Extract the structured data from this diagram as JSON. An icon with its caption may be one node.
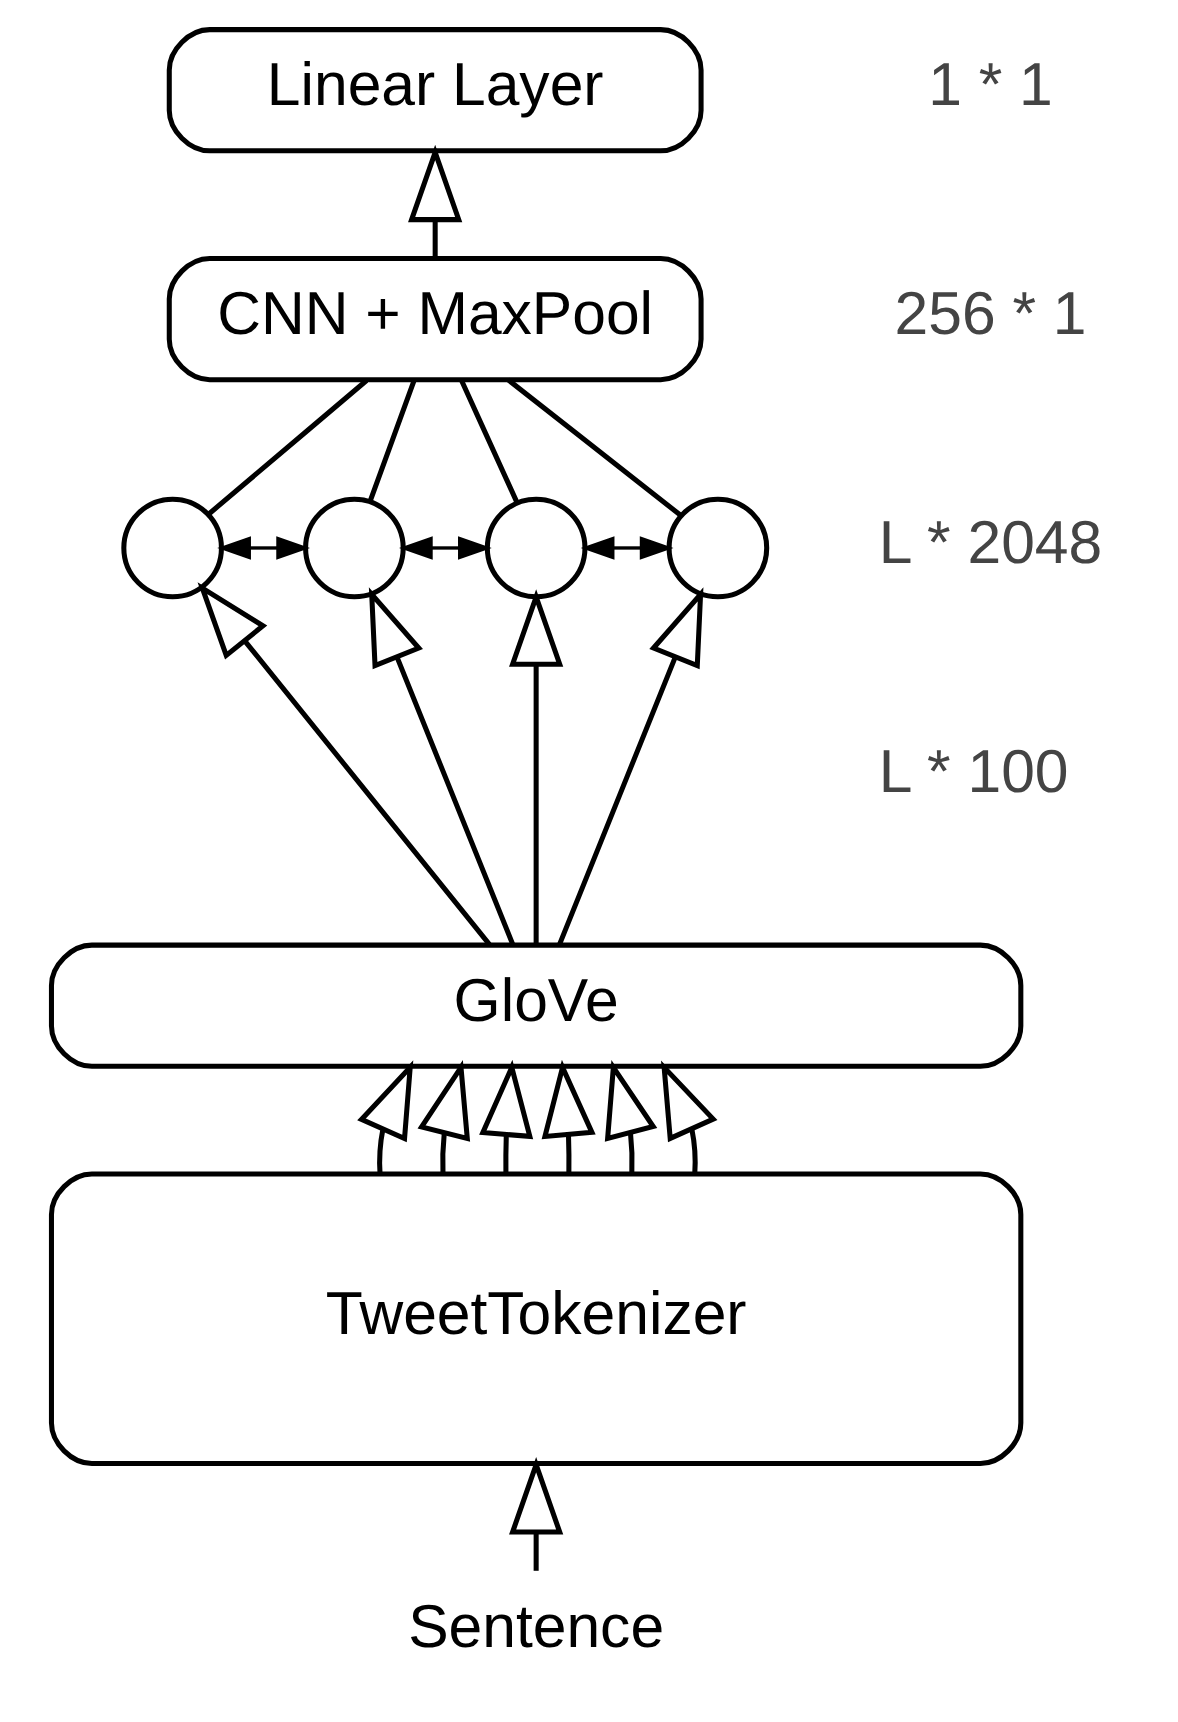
{
  "diagram": {
    "nodes": [
      {
        "text": [
          "Linear Layer"
        ]
      },
      {
        "text": [
          "CNN + MaxPool"
        ]
      },
      {
        "text": [],
        "shape": "circle"
      },
      {
        "text": [],
        "shape": "circle"
      },
      {
        "text": [],
        "shape": "circle"
      },
      {
        "text": [],
        "shape": "circle"
      },
      {
        "text": [
          "GloVe"
        ]
      },
      {
        "text": [
          "TweetTokenizer"
        ]
      },
      {
        "text": [
          "Sentence"
        ]
      }
    ],
    "edges": [
      {
        "from": 1,
        "to": 0,
        "arrow": "to"
      },
      {
        "from": 2,
        "to": 1,
        "arrow": "none"
      },
      {
        "from": 3,
        "to": 1,
        "arrow": "none"
      },
      {
        "from": 4,
        "to": 1,
        "arrow": "none"
      },
      {
        "from": 5,
        "to": 1,
        "arrow": "none"
      },
      {
        "from": 2,
        "to": 3,
        "arrow": "both"
      },
      {
        "from": 3,
        "to": 4,
        "arrow": "both"
      },
      {
        "from": 4,
        "to": 5,
        "arrow": "both"
      },
      {
        "from": 6,
        "to": 2,
        "arrow": "to"
      },
      {
        "from": 6,
        "to": 3,
        "arrow": "to"
      },
      {
        "from": 6,
        "to": 4,
        "arrow": "to"
      },
      {
        "from": 6,
        "to": 5,
        "arrow": "to"
      },
      {
        "from": 7,
        "to": 6,
        "arrow": "to"
      },
      {
        "from": 7,
        "to": 6,
        "arrow": "to"
      },
      {
        "from": 7,
        "to": 6,
        "arrow": "to"
      },
      {
        "from": 7,
        "to": 6,
        "arrow": "to"
      },
      {
        "from": 7,
        "to": 6,
        "arrow": "to"
      },
      {
        "from": 7,
        "to": 6,
        "arrow": "to"
      },
      {
        "from": 8,
        "to": 7,
        "arrow": "to"
      }
    ],
    "labels": [
      "1 * 1",
      "256 * 1",
      "L * 2048",
      "L * 100"
    ]
  }
}
